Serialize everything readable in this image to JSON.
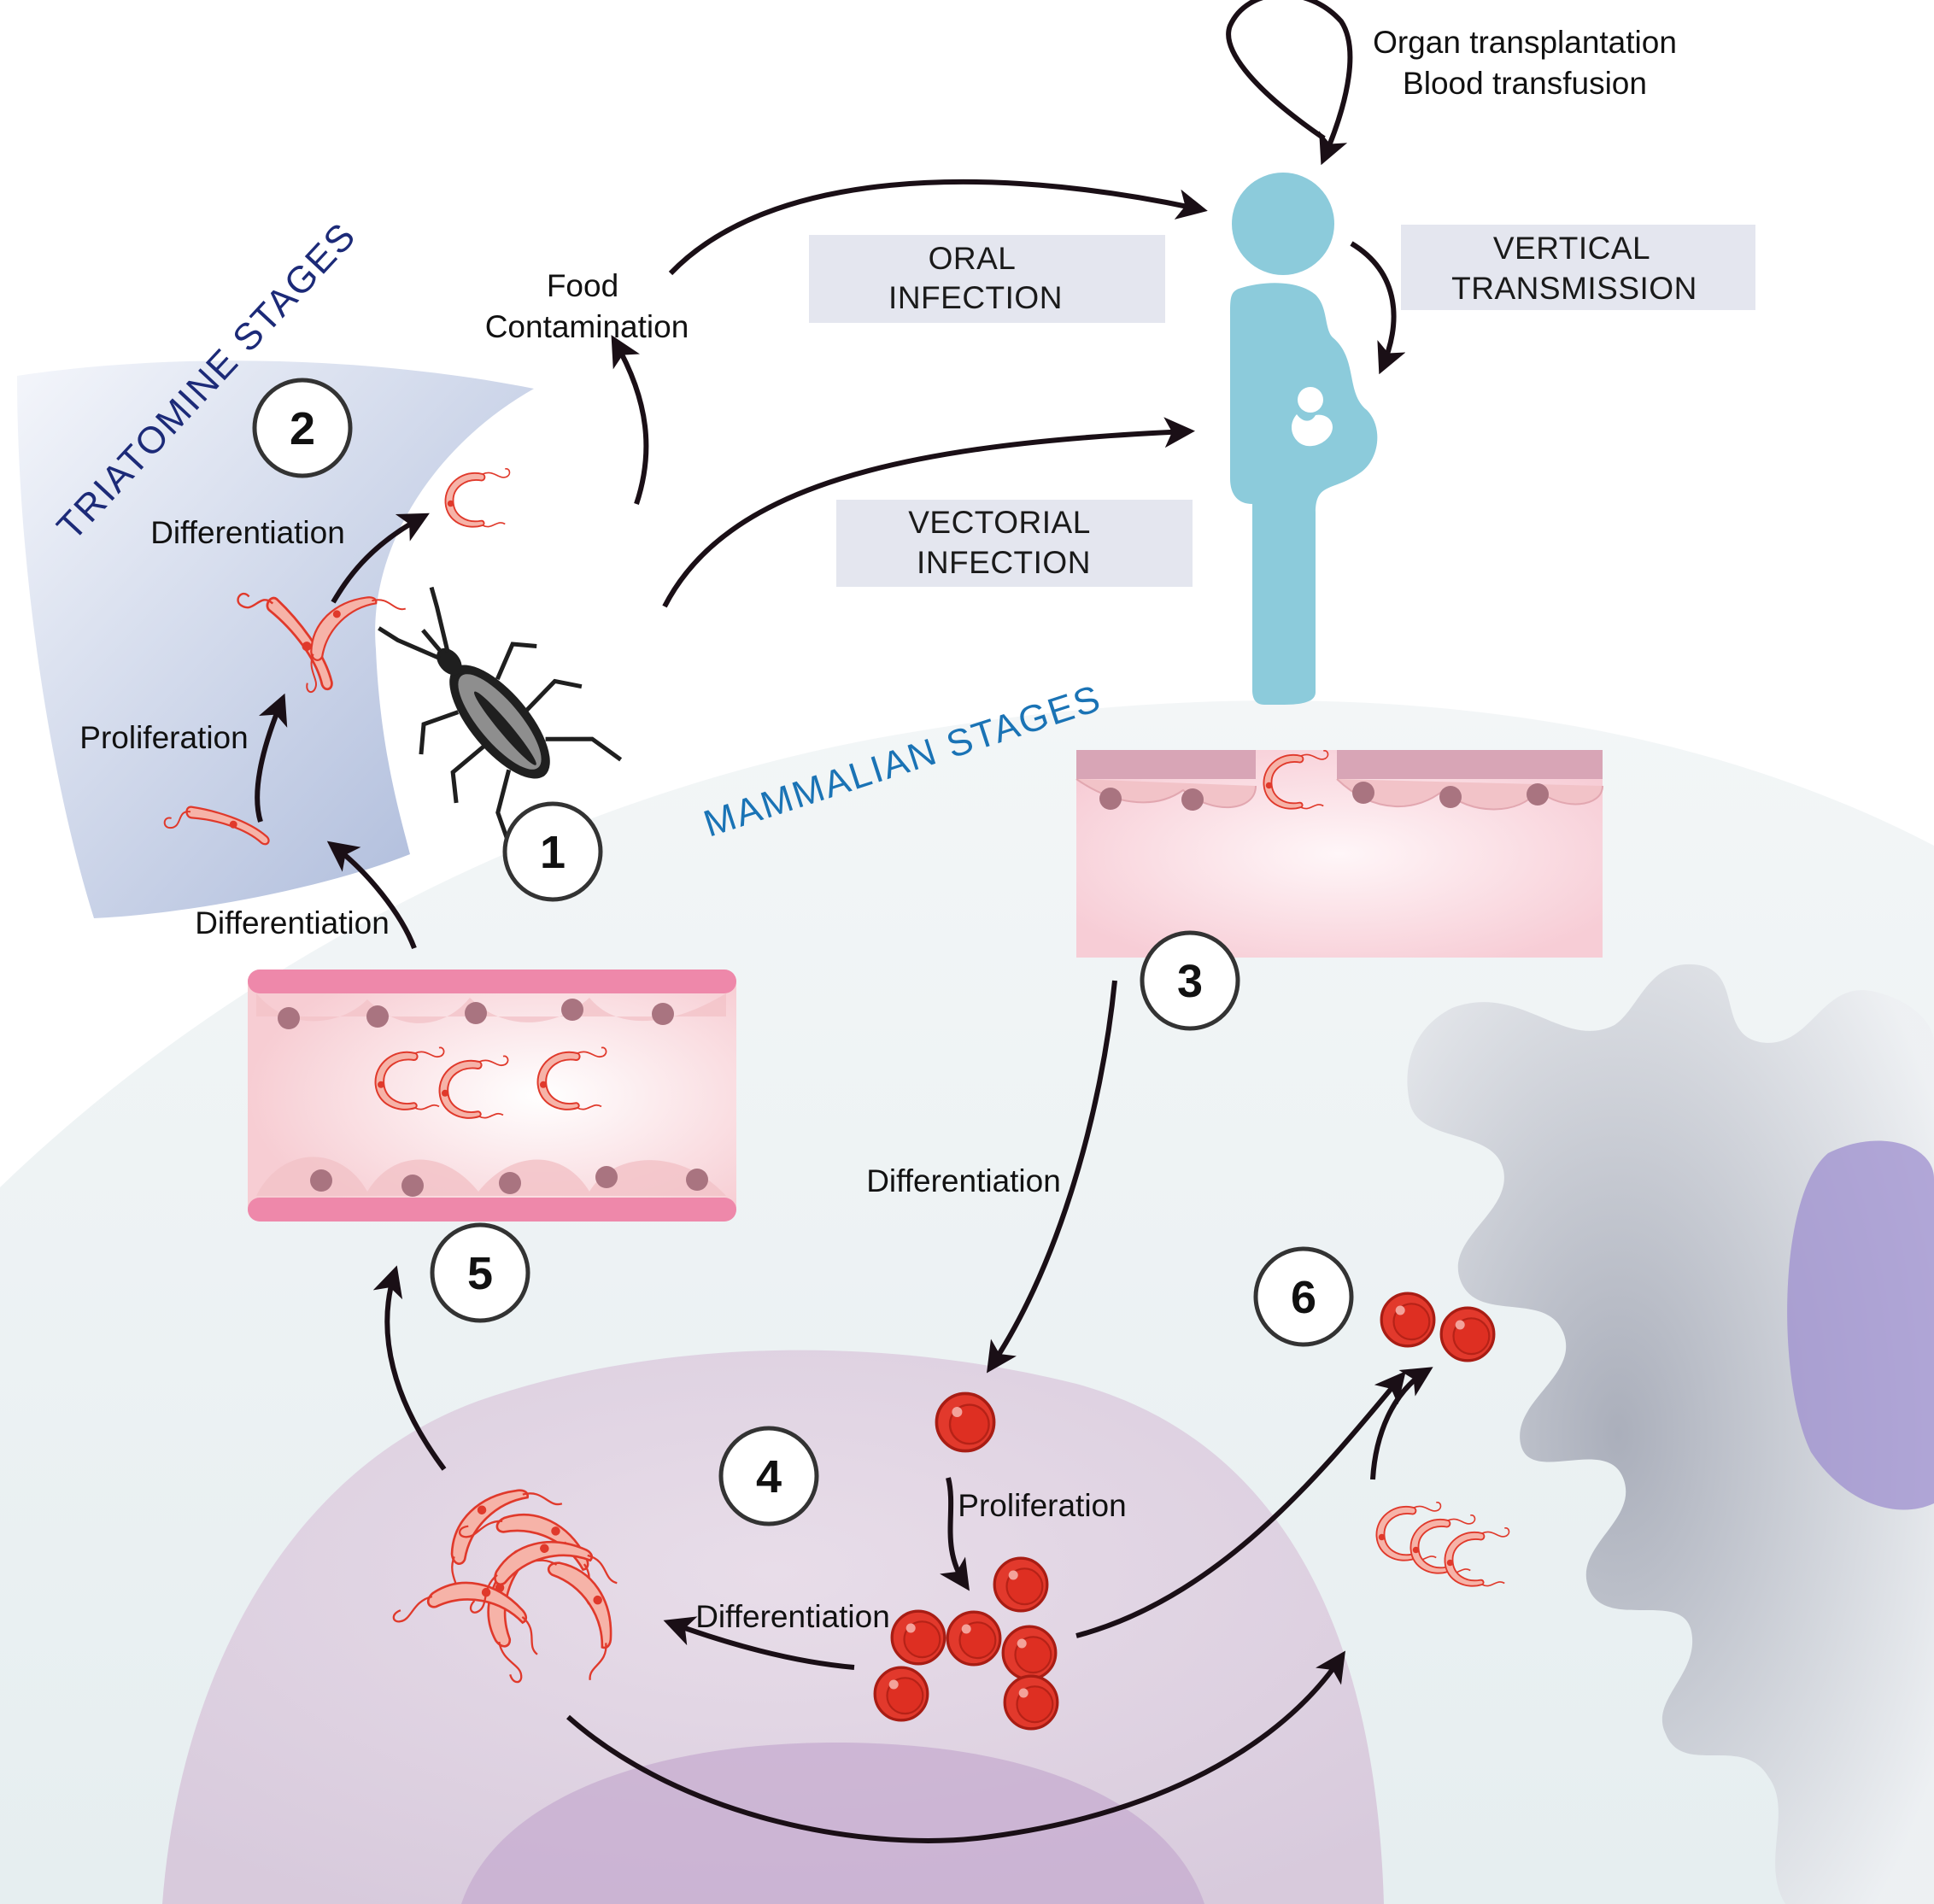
{
  "stage_labels": {
    "triatomine": "TRIATOMINE STAGES",
    "mammalian": "MAMMALIAN STAGES"
  },
  "step_numbers": [
    "1",
    "2",
    "3",
    "4",
    "5",
    "6"
  ],
  "route_boxes": {
    "oral": [
      "ORAL",
      "INFECTION"
    ],
    "vertical": [
      "VERTICAL",
      "TRANSMISSION"
    ],
    "vectorial": [
      "VECTORIAL",
      "INFECTION"
    ]
  },
  "other_routes": [
    "Organ transplantation",
    "Blood transfusion"
  ],
  "food_contamination": [
    "Food",
    "Contamination"
  ],
  "process_labels": {
    "differentiation_insect": "Differentiation",
    "proliferation_insect": "Proliferation",
    "differentiation_to_insect": "Differentiation",
    "differentiation_skin": "Differentiation",
    "proliferation_cell": "Proliferation",
    "differentiation_cell": "Differentiation"
  },
  "colors": {
    "parasite": "#e0392b",
    "human_figure": "#8ccbdb",
    "triatomine_zone": "#b7c6e0",
    "host_cell": "#d8c4dd",
    "macrophage": "#a5a9b6",
    "label_box": "#e4e6ef"
  },
  "icons": [
    "triatomine-bug-icon",
    "pregnant-woman-icon",
    "fetus-icon"
  ]
}
